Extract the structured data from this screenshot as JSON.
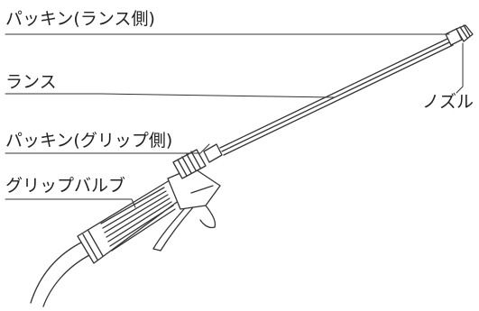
{
  "labels": {
    "packing_lance_side": "パッキン(ランス側)",
    "lance": "ランス",
    "nozzle": "ノズル",
    "packing_grip_side": "パッキン(グリップ側)",
    "grip_valve": "グリップバルブ"
  },
  "colors": {
    "line": "#333333",
    "fill": "#ffffff"
  }
}
